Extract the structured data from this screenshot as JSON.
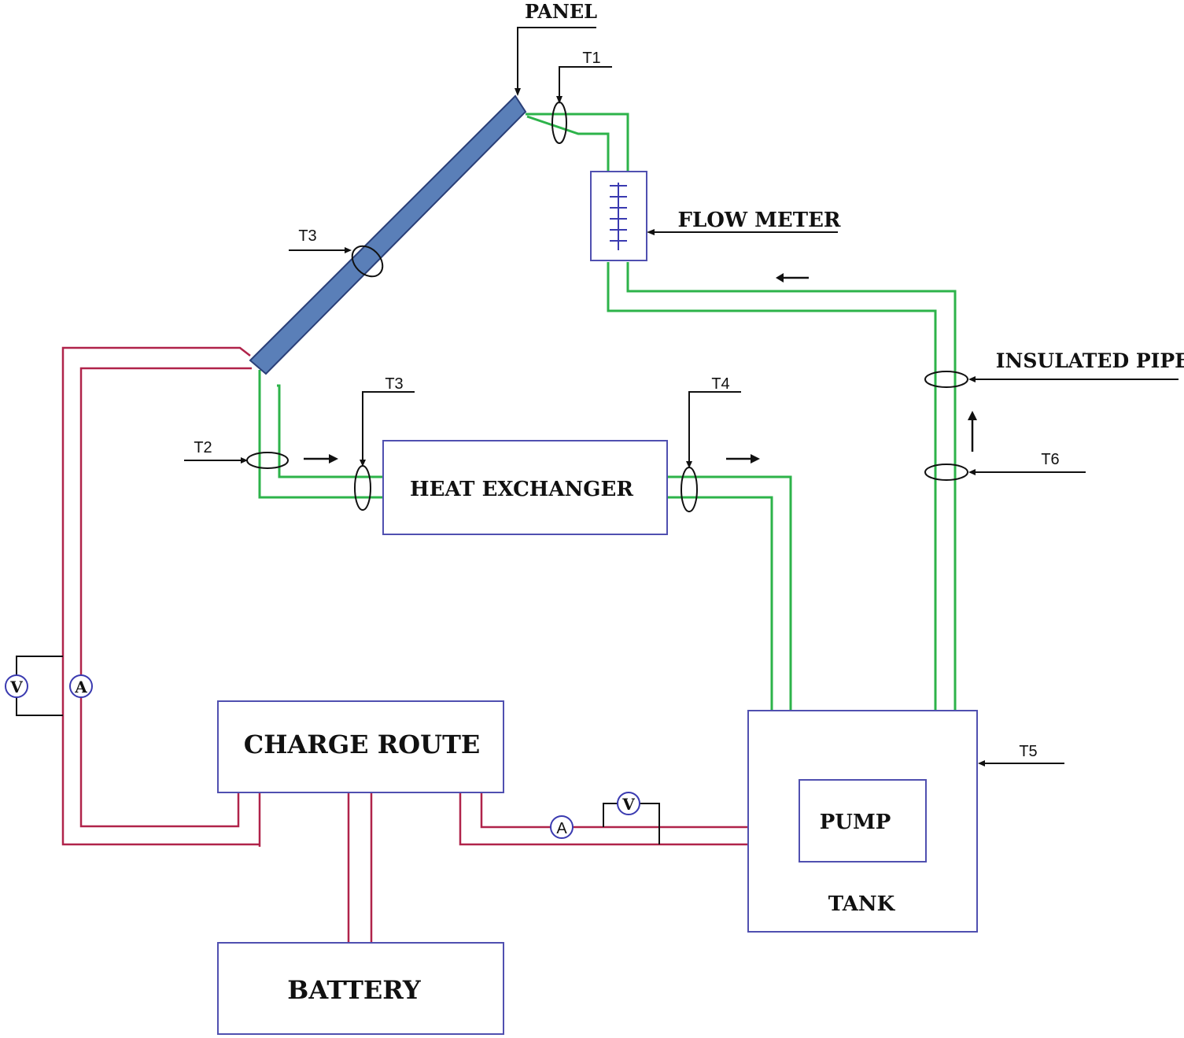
{
  "labels": {
    "panel": "PANEL",
    "flow_meter": "FLOW METER",
    "insulated_pipe": "INSULATED PIPE",
    "heat_exchanger": "HEAT EXCHANGER",
    "charge_route": "CHARGE ROUTE",
    "battery": "BATTERY",
    "pump": "PUMP",
    "tank": "TANK",
    "t1": "T1",
    "t2": "T2",
    "t3_panel": "T3",
    "t3_hx": "T3",
    "t4": "T4",
    "t5": "T5",
    "t6": "T6",
    "voltmeter_symbol": "V",
    "ammeter_symbol": "A"
  },
  "colors": {
    "pipe": "#2db34a",
    "wire": "#b0234a",
    "panel_fill": "#5a7fb8",
    "box_stroke": "#5050b0",
    "text": "#111111"
  }
}
